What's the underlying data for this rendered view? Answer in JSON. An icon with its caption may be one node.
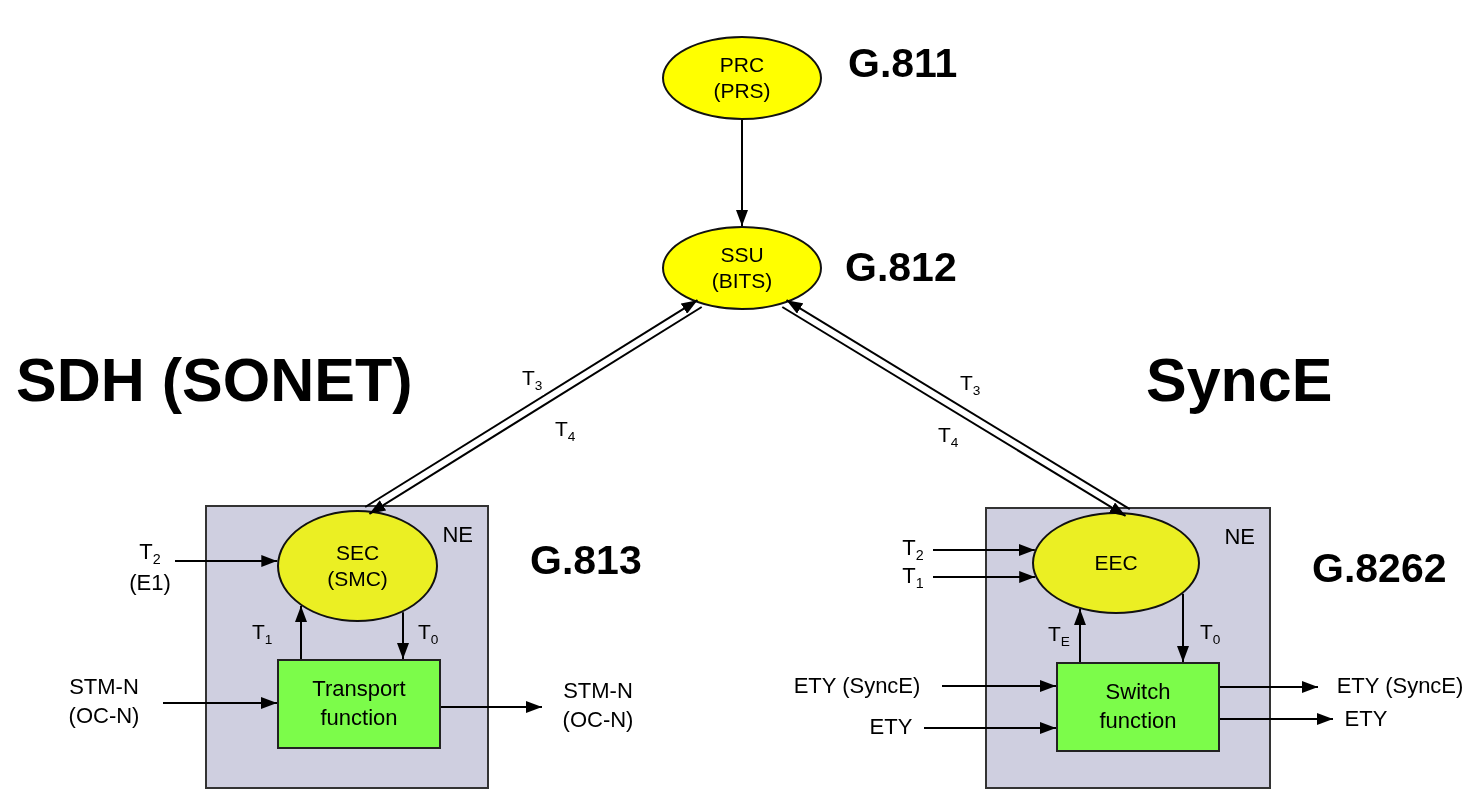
{
  "diagram": {
    "nodes": [
      {
        "text": [
          "PRC (PRS)"
        ],
        "beside": [
          "G.811"
        ]
      },
      {
        "text": [
          "SSU (BITS)"
        ],
        "beside": [
          "G.812"
        ]
      },
      {
        "text": [
          "NE"
        ],
        "beside": [
          "G.813"
        ]
      },
      {
        "text": [
          "SEC (SMC)"
        ],
        "in": 2
      },
      {
        "text": [
          "Transport function"
        ],
        "in": 2
      },
      {
        "text": [
          "T$_{2}$ (E1)"
        ]
      },
      {
        "text": [
          "STM-N (OC-N)"
        ]
      },
      {
        "text": [
          "STM-N (OC-N)"
        ]
      },
      {
        "text": [
          "NE"
        ],
        "beside": [
          "G.8262"
        ]
      },
      {
        "text": [
          "EEC"
        ],
        "in": 8
      },
      {
        "text": [
          "Switch function"
        ],
        "in": 8
      },
      {
        "text": [
          "T$_{2}$"
        ]
      },
      {
        "text": [
          "T$_{1}$"
        ]
      },
      {
        "text": [
          "ETY (SyncE)"
        ]
      },
      {
        "text": [
          "ETY"
        ]
      },
      {
        "text": [
          "ETY (SyncE)"
        ]
      },
      {
        "text": [
          "ETY"
        ]
      }
    ],
    "edges": [
      {
        "from": 0,
        "to": 1,
        "arrow": "to"
      },
      {
        "from": 1,
        "to": 3,
        "arrow": "to",
        "label": "T$_{3}$"
      },
      {
        "from": 3,
        "to": 1,
        "arrow": "to",
        "label": "T$_{4}$"
      },
      {
        "from": 5,
        "to": 3,
        "arrow": "to"
      },
      {
        "from": 4,
        "to": 3,
        "arrow": "to",
        "label": "T$_{1}$"
      },
      {
        "from": 3,
        "to": 4,
        "arrow": "to",
        "label": "T$_{0}$"
      },
      {
        "from": 6,
        "to": 4,
        "arrow": "to"
      },
      {
        "from": 4,
        "to": 7,
        "arrow": "to"
      },
      {
        "from": 9,
        "to": 1,
        "arrow": "to",
        "label": "T$_{3}$"
      },
      {
        "from": 1,
        "to": 9,
        "arrow": "to",
        "label": "T$_{4}$"
      },
      {
        "from": 11,
        "to": 9,
        "arrow": "to"
      },
      {
        "from": 12,
        "to": 9,
        "arrow": "to"
      },
      {
        "from": 10,
        "to": 9,
        "arrow": "to",
        "label": "T$_{E}$"
      },
      {
        "from": 9,
        "to": 10,
        "arrow": "to",
        "label": "T$_{0}$"
      },
      {
        "from": 13,
        "to": 10,
        "arrow": "to"
      },
      {
        "from": 14,
        "to": 10,
        "arrow": "to"
      },
      {
        "from": 10,
        "to": 15,
        "arrow": "to"
      },
      {
        "from": 10,
        "to": 16,
        "arrow": "to"
      }
    ],
    "labels": [
      "SDH (SONET)",
      "SyncE"
    ]
  }
}
